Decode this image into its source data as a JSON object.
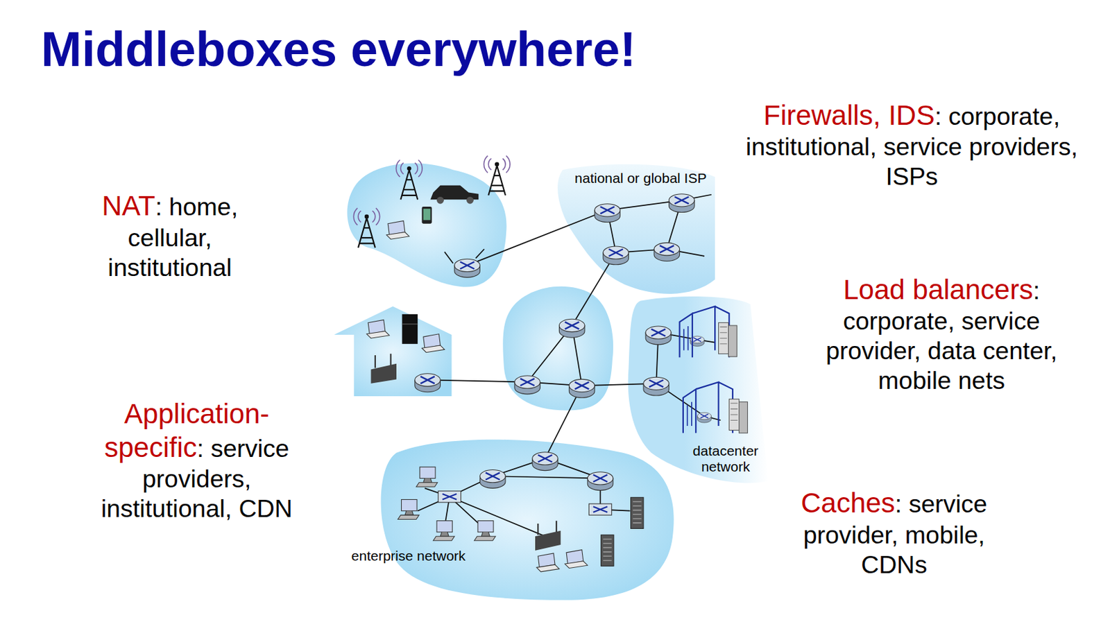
{
  "diagram": {
    "title": "Middleboxes everywhere!",
    "nodes": [
      {
        "text": [
          "national or global ISP"
        ]
      },
      {
        "text": [
          "datacenter network"
        ]
      },
      {
        "text": [
          "enterprise network"
        ]
      }
    ],
    "labels": [
      "NAT",
      ": home, cellular, institutional",
      "Firewalls, IDS",
      ": corporate, institutional, service providers, ISPs",
      "Load balancers",
      ": corporate, service provider, data center, mobile nets",
      "Application-specific",
      ": service providers, institutional, CDN",
      "Caches",
      ": service provider, mobile, CDNs"
    ]
  }
}
